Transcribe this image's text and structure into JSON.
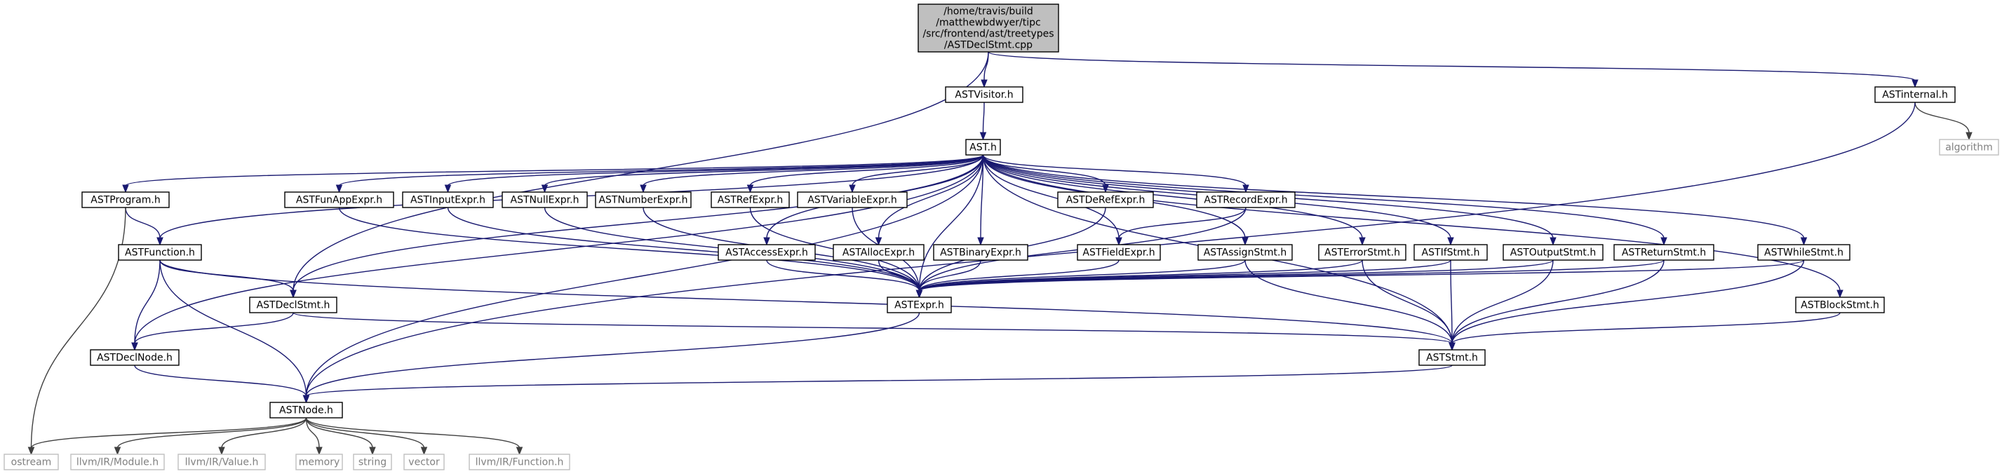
{
  "graph": {
    "nodes": [
      {
        "id": "root",
        "label": [
          "/home/travis/build",
          "/matthewbdwyer/tipc",
          "/src/frontend/ast/treetypes",
          "/ASTDeclStmt.cpp"
        ],
        "kind": "root"
      },
      {
        "id": "visitor",
        "label": [
          "ASTVisitor.h"
        ]
      },
      {
        "id": "internal",
        "label": [
          "ASTinternal.h"
        ]
      },
      {
        "id": "algorithm",
        "label": [
          "algorithm"
        ],
        "kind": "ext"
      },
      {
        "id": "ast",
        "label": [
          "AST.h"
        ]
      },
      {
        "id": "program",
        "label": [
          "ASTProgram.h"
        ]
      },
      {
        "id": "funapp",
        "label": [
          "ASTFunAppExpr.h"
        ]
      },
      {
        "id": "input",
        "label": [
          "ASTInputExpr.h"
        ]
      },
      {
        "id": "null",
        "label": [
          "ASTNullExpr.h"
        ]
      },
      {
        "id": "number",
        "label": [
          "ASTNumberExpr.h"
        ]
      },
      {
        "id": "ref",
        "label": [
          "ASTRefExpr.h"
        ]
      },
      {
        "id": "variable",
        "label": [
          "ASTVariableExpr.h"
        ]
      },
      {
        "id": "deref",
        "label": [
          "ASTDeRefExpr.h"
        ]
      },
      {
        "id": "record",
        "label": [
          "ASTRecordExpr.h"
        ]
      },
      {
        "id": "function",
        "label": [
          "ASTFunction.h"
        ]
      },
      {
        "id": "access",
        "label": [
          "ASTAccessExpr.h"
        ]
      },
      {
        "id": "alloc",
        "label": [
          "ASTAllocExpr.h"
        ]
      },
      {
        "id": "binary",
        "label": [
          "ASTBinaryExpr.h"
        ]
      },
      {
        "id": "field",
        "label": [
          "ASTFieldExpr.h"
        ]
      },
      {
        "id": "assign",
        "label": [
          "ASTAssignStmt.h"
        ]
      },
      {
        "id": "error",
        "label": [
          "ASTErrorStmt.h"
        ]
      },
      {
        "id": "ifstmt",
        "label": [
          "ASTIfStmt.h"
        ]
      },
      {
        "id": "output",
        "label": [
          "ASTOutputStmt.h"
        ]
      },
      {
        "id": "return",
        "label": [
          "ASTReturnStmt.h"
        ]
      },
      {
        "id": "while",
        "label": [
          "ASTWhileStmt.h"
        ]
      },
      {
        "id": "declstmt",
        "label": [
          "ASTDeclStmt.h"
        ]
      },
      {
        "id": "expr",
        "label": [
          "ASTExpr.h"
        ]
      },
      {
        "id": "block",
        "label": [
          "ASTBlockStmt.h"
        ]
      },
      {
        "id": "declnode",
        "label": [
          "ASTDeclNode.h"
        ]
      },
      {
        "id": "stmt",
        "label": [
          "ASTStmt.h"
        ]
      },
      {
        "id": "node",
        "label": [
          "ASTNode.h"
        ]
      },
      {
        "id": "ostream",
        "label": [
          "ostream"
        ],
        "kind": "ext"
      },
      {
        "id": "module",
        "label": [
          "llvm/IR/Module.h"
        ],
        "kind": "ext"
      },
      {
        "id": "value",
        "label": [
          "llvm/IR/Value.h"
        ],
        "kind": "ext"
      },
      {
        "id": "memory",
        "label": [
          "memory"
        ],
        "kind": "ext"
      },
      {
        "id": "string",
        "label": [
          "string"
        ],
        "kind": "ext"
      },
      {
        "id": "vector",
        "label": [
          "vector"
        ],
        "kind": "ext"
      },
      {
        "id": "llvmfunction",
        "label": [
          "llvm/IR/Function.h"
        ],
        "kind": "ext"
      }
    ],
    "edges": [
      [
        "root",
        "visitor"
      ],
      [
        "root",
        "internal"
      ],
      [
        "root",
        "declstmt"
      ],
      [
        "visitor",
        "ast"
      ],
      [
        "internal",
        "algorithm"
      ],
      [
        "internal",
        "node"
      ],
      [
        "ast",
        "program"
      ],
      [
        "ast",
        "funapp"
      ],
      [
        "ast",
        "input"
      ],
      [
        "ast",
        "null"
      ],
      [
        "ast",
        "number"
      ],
      [
        "ast",
        "ref"
      ],
      [
        "ast",
        "variable"
      ],
      [
        "ast",
        "deref"
      ],
      [
        "ast",
        "record"
      ],
      [
        "ast",
        "function"
      ],
      [
        "ast",
        "access"
      ],
      [
        "ast",
        "alloc"
      ],
      [
        "ast",
        "binary"
      ],
      [
        "ast",
        "field"
      ],
      [
        "ast",
        "assign"
      ],
      [
        "ast",
        "error"
      ],
      [
        "ast",
        "ifstmt"
      ],
      [
        "ast",
        "output"
      ],
      [
        "ast",
        "return"
      ],
      [
        "ast",
        "while"
      ],
      [
        "ast",
        "block"
      ],
      [
        "ast",
        "declstmt"
      ],
      [
        "ast",
        "declnode"
      ],
      [
        "ast",
        "node"
      ],
      [
        "ast",
        "expr"
      ],
      [
        "ast",
        "stmt"
      ],
      [
        "program",
        "function"
      ],
      [
        "program",
        "ostream"
      ],
      [
        "funapp",
        "expr"
      ],
      [
        "input",
        "expr"
      ],
      [
        "null",
        "expr"
      ],
      [
        "number",
        "expr"
      ],
      [
        "ref",
        "expr"
      ],
      [
        "variable",
        "expr"
      ],
      [
        "deref",
        "expr"
      ],
      [
        "record",
        "field"
      ],
      [
        "record",
        "expr"
      ],
      [
        "function",
        "declstmt"
      ],
      [
        "function",
        "declnode"
      ],
      [
        "function",
        "node"
      ],
      [
        "function",
        "stmt"
      ],
      [
        "access",
        "expr"
      ],
      [
        "alloc",
        "expr"
      ],
      [
        "binary",
        "expr"
      ],
      [
        "field",
        "expr"
      ],
      [
        "assign",
        "expr"
      ],
      [
        "assign",
        "stmt"
      ],
      [
        "error",
        "expr"
      ],
      [
        "error",
        "stmt"
      ],
      [
        "ifstmt",
        "expr"
      ],
      [
        "ifstmt",
        "stmt"
      ],
      [
        "output",
        "expr"
      ],
      [
        "output",
        "stmt"
      ],
      [
        "return",
        "expr"
      ],
      [
        "return",
        "stmt"
      ],
      [
        "while",
        "expr"
      ],
      [
        "while",
        "stmt"
      ],
      [
        "declstmt",
        "declnode"
      ],
      [
        "declstmt",
        "stmt"
      ],
      [
        "expr",
        "node"
      ],
      [
        "block",
        "stmt"
      ],
      [
        "declnode",
        "node"
      ],
      [
        "stmt",
        "node"
      ],
      [
        "node",
        "ostream"
      ],
      [
        "node",
        "module"
      ],
      [
        "node",
        "value"
      ],
      [
        "node",
        "memory"
      ],
      [
        "node",
        "string"
      ],
      [
        "node",
        "vector"
      ],
      [
        "node",
        "llvmfunction"
      ]
    ]
  },
  "colors": {
    "edge": "#191970",
    "edge_external": "#404040",
    "root_fill": "#bfbfbf",
    "external_border": "#bfbfbf",
    "external_text": "#808080"
  }
}
